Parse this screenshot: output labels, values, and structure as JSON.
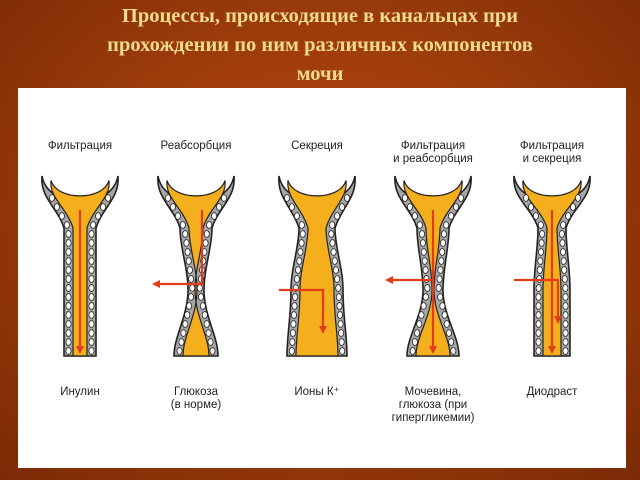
{
  "title": {
    "line1": "Процессы, происходящие в канальцах при",
    "line2": "прохождении по ним различных компонентов",
    "line3": "мочи"
  },
  "colors": {
    "lumen": "#f5ae1c",
    "wall": "#a7a7a7",
    "cell": "#ffffff",
    "outline": "#222222",
    "arrow": "#e23c1a"
  },
  "tubules": [
    {
      "id": "filtration",
      "process": [
        "Фильтрация"
      ],
      "substance": [
        "Инулин"
      ],
      "arrows": [
        "straight-down"
      ]
    },
    {
      "id": "reabsorption",
      "process": [
        "Реабсорбция"
      ],
      "substance": [
        "Глюкоза",
        "(в норме)"
      ],
      "arrows": [
        "down-then-left-out"
      ]
    },
    {
      "id": "secretion",
      "process": [
        "Секреция"
      ],
      "substance": [
        "Ионы К⁺"
      ],
      "arrows": [
        "in-from-left-then-down"
      ]
    },
    {
      "id": "filtration-reabsorption",
      "process": [
        "Фильтрация",
        "и реабсорбция"
      ],
      "substance": [
        "Мочевина,",
        "глюкоза (при",
        "гипергликемии)"
      ],
      "arrows": [
        "straight-down",
        "left-out"
      ]
    },
    {
      "id": "filtration-secretion",
      "process": [
        "Фильтрация",
        "и секреция"
      ],
      "substance": [
        "Диодраст"
      ],
      "arrows": [
        "straight-down",
        "in-from-left-then-down"
      ]
    }
  ]
}
